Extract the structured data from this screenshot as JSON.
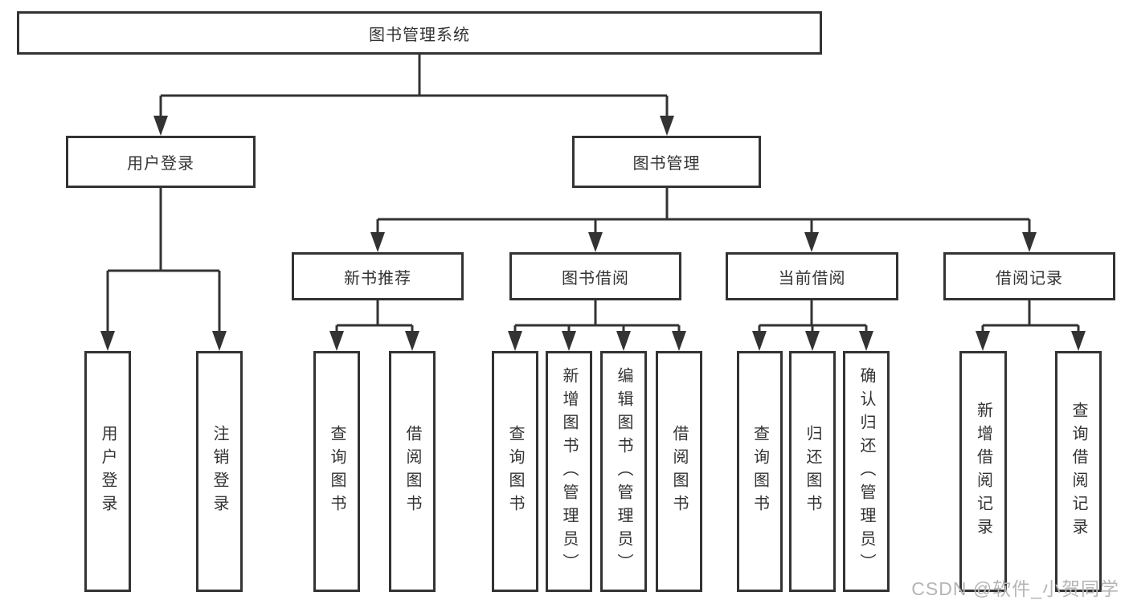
{
  "tree": {
    "root": {
      "label": "图书管理系统",
      "children": [
        {
          "label": "用户登录",
          "children": [
            {
              "label": "用户登录"
            },
            {
              "label": "注销登录"
            }
          ]
        },
        {
          "label": "图书管理",
          "children": [
            {
              "label": "新书推荐",
              "children": [
                {
                  "label": "查询图书"
                },
                {
                  "label": "借阅图书"
                }
              ]
            },
            {
              "label": "图书借阅",
              "children": [
                {
                  "label": "查询图书"
                },
                {
                  "label": "新增图书（管理员）"
                },
                {
                  "label": "编辑图书（管理员）"
                },
                {
                  "label": "借阅图书"
                }
              ]
            },
            {
              "label": "当前借阅",
              "children": [
                {
                  "label": "查询图书"
                },
                {
                  "label": "归还图书"
                },
                {
                  "label": "确认归还（管理员）"
                }
              ]
            },
            {
              "label": "借阅记录",
              "children": [
                {
                  "label": "新增借阅记录"
                },
                {
                  "label": "查询借阅记录"
                }
              ]
            }
          ]
        }
      ]
    }
  },
  "watermark": {
    "text": "CSDN @软件_小贺同学"
  },
  "colors": {
    "line": "#333333",
    "box_border": "#333333",
    "box_background": "#ffffff",
    "text": "#333333",
    "watermark": "#b5b5b5",
    "background": "#ffffff"
  }
}
